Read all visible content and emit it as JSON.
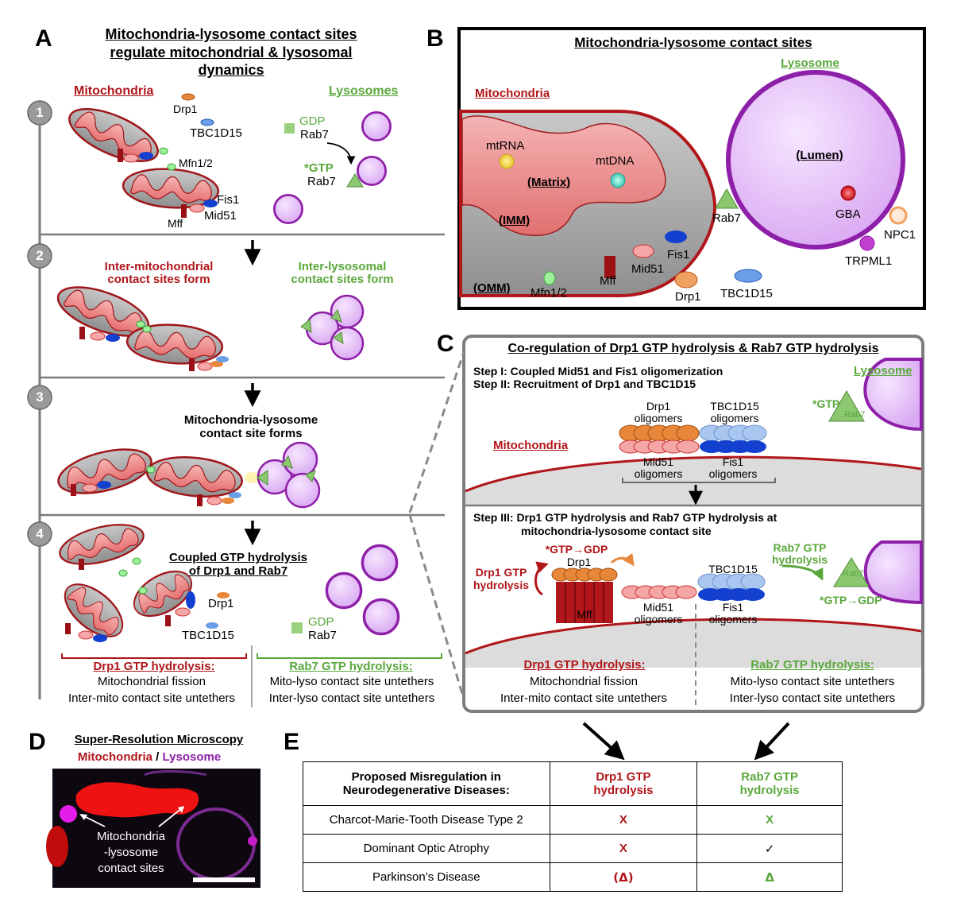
{
  "panel_letters": {
    "a": "A",
    "b": "B",
    "c": "C",
    "d": "D",
    "e": "E"
  },
  "panel_a": {
    "title": [
      "Mitochondria-lysosome contact sites",
      "regulate mitochondrial & lysosomal",
      "dynamics"
    ],
    "steps": [
      "1",
      "2",
      "3",
      "4"
    ],
    "mitochondria_label": "Mitochondria",
    "lysosomes_label": "Lysosomes",
    "step1": {
      "drp1": "Drp1",
      "tbc1d15": "TBC1D15",
      "mfn": "Mfn1/2",
      "fis1": "Fis1",
      "mid51": "Mid51",
      "mff": "Mff",
      "gdp": "GDP",
      "rab7_gdp": "Rab7",
      "gtp": "*GTP",
      "rab7_gtp": "Rab7"
    },
    "step2": {
      "inter_mito": [
        "Inter-mitochondrial",
        "contact sites form"
      ],
      "inter_lyso": [
        "Inter-lysosomal",
        "contact sites form"
      ]
    },
    "step3": {
      "contact": [
        "Mitochondria-lysosome",
        "contact site forms"
      ]
    },
    "step4": {
      "coupled": [
        "Coupled GTP hydrolysis",
        "of Drp1 and Rab7"
      ],
      "drp1": "Drp1",
      "tbc1d15": "TBC1D15",
      "gdp": "GDP",
      "rab7": "Rab7",
      "drp1_hyd_title": "Drp1 GTP hydrolysis:",
      "drp1_hyd_lines": [
        "Mitochondrial fission",
        "Inter-mito contact site untethers"
      ],
      "rab7_hyd_title": "Rab7 GTP hydrolysis:",
      "rab7_hyd_lines": [
        "Mito-lyso contact site untethers",
        "Inter-lyso contact site untethers"
      ]
    }
  },
  "panel_b": {
    "title": "Mitochondria-lysosome contact sites",
    "mitochondria": "Mitochondria",
    "lysosome": "Lysosome",
    "mtrna": "mtRNA",
    "matrix": "(Matrix)",
    "mtdna": "mtDNA",
    "imm": "(IMM)",
    "omm": "(OMM)",
    "mfn": "Mfn1/2",
    "mff": "Mff",
    "mid51": "Mid51",
    "fis1": "Fis1",
    "drp1": "Drp1",
    "tbc1d15": "TBC1D15",
    "rab7": "Rab7",
    "lumen": "(Lumen)",
    "gba": "GBA",
    "npc1": "NPC1",
    "trpml1": "TRPML1"
  },
  "panel_c": {
    "title": "Co-regulation of Drp1 GTP hydrolysis & Rab7 GTP hydrolysis",
    "step1": "Step I:  Coupled Mid51 and Fis1 oligomerization",
    "step2": "Step II: Recruitment of Drp1 and TBC1D15",
    "lysosome": "Lysosome",
    "gtp": "*GTP",
    "rab7": "Rab7",
    "mitochondria": "Mitochondria",
    "drp1_olig": [
      "Drp1",
      "oligomers"
    ],
    "tbc_olig": [
      "TBC1D15",
      "oligomers"
    ],
    "mid51_olig": [
      "Mid51",
      "oligomers"
    ],
    "fis1_olig": [
      "Fis1",
      "oligomers"
    ],
    "step3": [
      "Step III: Drp1 GTP hydrolysis and Rab7 GTP hydrolysis at",
      "mitochondria-lysosome contact site"
    ],
    "drp1_gtp_gdp": "*GTP→GDP",
    "drp1": "Drp1",
    "drp1_gtp_hyd": [
      "Drp1 GTP",
      "hydrolysis"
    ],
    "mff": "Mff",
    "mid51_olig2": [
      "Mid51",
      "oligomers"
    ],
    "tbc1d15": "TBC1D15",
    "fis1_olig2": [
      "Fis1",
      "oligomers"
    ],
    "rab7_gtp_hyd": [
      "Rab7 GTP",
      "hydrolysis"
    ],
    "rab7_gtp_gdp": "*GTP→GDP",
    "drp1_hyd_title": "Drp1 GTP hydrolysis:",
    "drp1_hyd_lines": [
      "Mitochondrial fission",
      "Inter-mito contact site untethers"
    ],
    "rab7_hyd_title": "Rab7 GTP hydrolysis:",
    "rab7_hyd_lines": [
      "Mito-lyso contact site untethers",
      "Inter-lyso contact site untethers"
    ]
  },
  "panel_d": {
    "title": "Super-Resolution Microscopy",
    "mito": "Mitochondria",
    "sep": " / ",
    "lyso": "Lysosome",
    "annotation": [
      "Mitochondria",
      "-lysosome",
      "contact sites"
    ]
  },
  "panel_e": {
    "header": [
      "Proposed Misregulation in",
      "Neurodegenerative Diseases:"
    ],
    "col_drp1": [
      "Drp1 GTP",
      "hydrolysis"
    ],
    "col_rab7": [
      "Rab7 GTP",
      "hydrolysis"
    ],
    "rows": [
      {
        "disease": "Charcot-Marie-Tooth Disease Type 2",
        "drp1": "X",
        "rab7": "X"
      },
      {
        "disease": "Dominant Optic Atrophy",
        "drp1": "X",
        "rab7": "✓"
      },
      {
        "disease": "Parkinson’s Disease",
        "drp1": "(Δ)",
        "rab7": "Δ"
      }
    ]
  },
  "colors": {
    "mito_red": "#b0161a",
    "lyso_green": "#5aa83c",
    "lyso_purple": "#8e1fa8",
    "lyso_fill": "#e9c8f8"
  }
}
